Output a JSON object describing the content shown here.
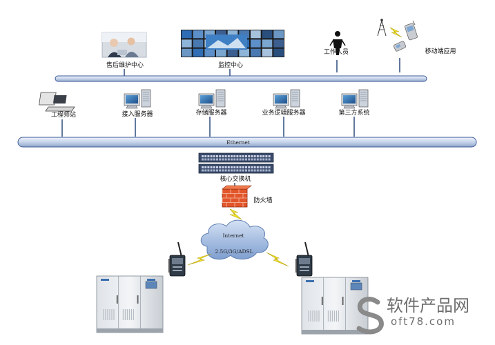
{
  "top": {
    "service_center": "售后维护中心",
    "monitor_center": "监控中心",
    "worker": "工作人员",
    "mobile_app": "移动端应用"
  },
  "servers": {
    "workstation": "工程师站",
    "access_server": "接入服务器",
    "storage_server": "存储服务器",
    "logic_server": "业务逻辑服务器",
    "third_party": "第三方系统"
  },
  "network": {
    "ethernet": "Ethernet",
    "core_switch": "核心交换机",
    "firewall": "防火墙",
    "internet": "Internet",
    "links": "2.5G/3G/ADSL"
  },
  "watermark": {
    "title": "软件产品网",
    "domain": "oft78.com"
  },
  "colors": {
    "bus": "#c9d6ea",
    "bus_stroke": "#3b5998",
    "firewall": "#e2562a",
    "cloud": "#9db7e0",
    "lightning": "#f2e52a"
  }
}
